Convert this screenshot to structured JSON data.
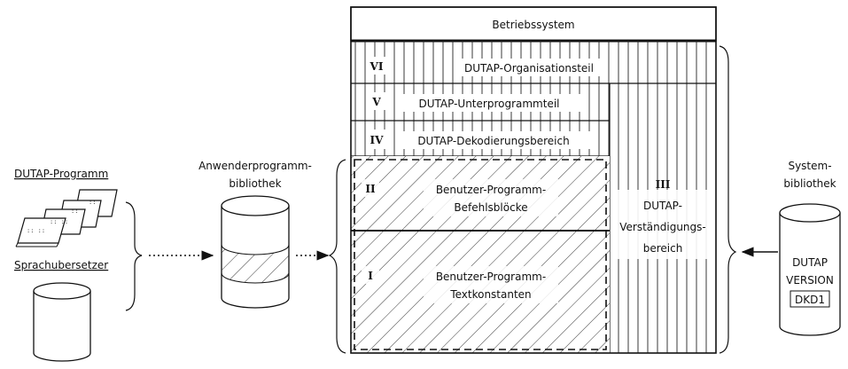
{
  "left": {
    "program_title": "DUTAP-Programm",
    "translator_title": "Sprachubersetzer"
  },
  "user_library": {
    "label_line1": "Anwenderprogramm-",
    "label_line2": "bibliothek"
  },
  "system_library": {
    "label_line1": "System-",
    "label_line2": "bibliothek",
    "disk_line1": "DUTAP",
    "disk_line2": "VERSION",
    "disk_line3": "DKD1"
  },
  "memory": {
    "header": "Betriebssystem",
    "sections": [
      {
        "roman": "VI",
        "text": "DUTAP-Organisationsteil"
      },
      {
        "roman": "V",
        "text": "DUTAP-Unterprogrammteil"
      },
      {
        "roman": "IV",
        "text": "DUTAP-Dekodierungsbereich"
      },
      {
        "roman": "II",
        "text_line1": "Benutzer-Programm-",
        "text_line2": "Befehlsblöcke"
      },
      {
        "roman": "I",
        "text_line1": "Benutzer-Programm-",
        "text_line2": "Textkonstanten"
      },
      {
        "roman": "III",
        "text_line1": "DUTAP-",
        "text_line2": "Verständigungs-",
        "text_line3": "bereich"
      }
    ]
  }
}
